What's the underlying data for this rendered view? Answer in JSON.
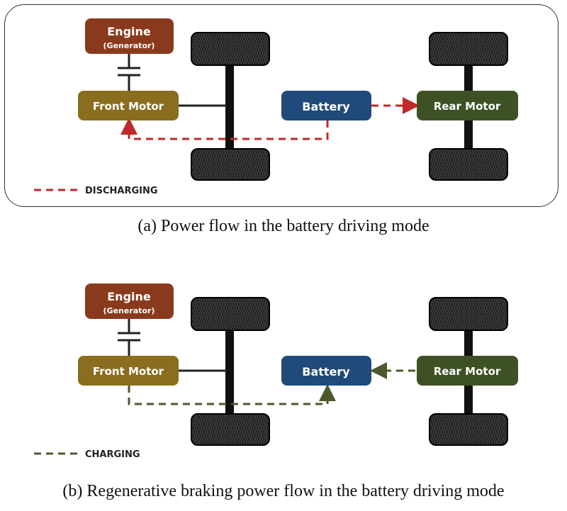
{
  "colors": {
    "engine": "#8a3a1c",
    "front_motor": "#8a6d1e",
    "battery": "#1f4a7a",
    "rear_motor": "#3e5125",
    "discharging": "#c0282a",
    "charging": "#4a5a2c",
    "tire": "#1d1d1d",
    "axle": "#111111"
  },
  "panels": [
    {
      "id": "a",
      "engine_label": "Engine",
      "generator_label": "(Generator)",
      "front_motor_label": "Front Motor",
      "battery_label": "Battery",
      "rear_motor_label": "Rear Motor",
      "legend_label": "DISCHARGING",
      "caption": "(a) Power flow in the battery driving mode"
    },
    {
      "id": "b",
      "engine_label": "Engine",
      "generator_label": "(Generator)",
      "front_motor_label": "Front Motor",
      "battery_label": "Battery",
      "rear_motor_label": "Rear Motor",
      "legend_label": "CHARGING",
      "caption": "(b) Regenerative braking power flow in the battery driving mode"
    }
  ]
}
